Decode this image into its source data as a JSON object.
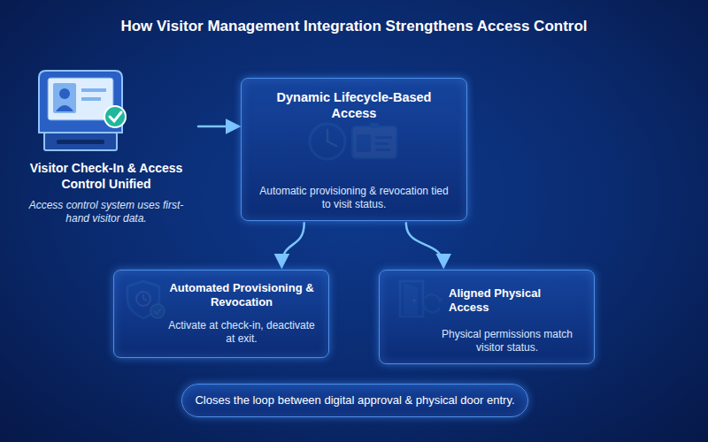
{
  "diagram": {
    "title": "How Visitor Management Integration Strengthens Access Control",
    "nodes": [
      {
        "text": [
          "Visitor Check-In & Access Control Unified",
          "Access control system uses first-hand visitor data."
        ]
      },
      {
        "text": [
          "Dynamic Lifecycle-Based Access",
          "Automatic provisioning & revocation tied to visit status."
        ]
      },
      {
        "text": [
          "Automated Provisioning & Revocation",
          "Activate at check-in, deactivate at exit."
        ]
      },
      {
        "text": [
          "Aligned Physical Access",
          "Physical permissions match visitor status."
        ]
      },
      {
        "text": [
          "Closes the loop between digital approval & physical door entry."
        ]
      }
    ],
    "edges": [
      {
        "from": 0,
        "to": 1,
        "arrow": "to"
      },
      {
        "from": 1,
        "to": 2,
        "arrow": "to"
      },
      {
        "from": 1,
        "to": 3,
        "arrow": "to"
      }
    ]
  }
}
